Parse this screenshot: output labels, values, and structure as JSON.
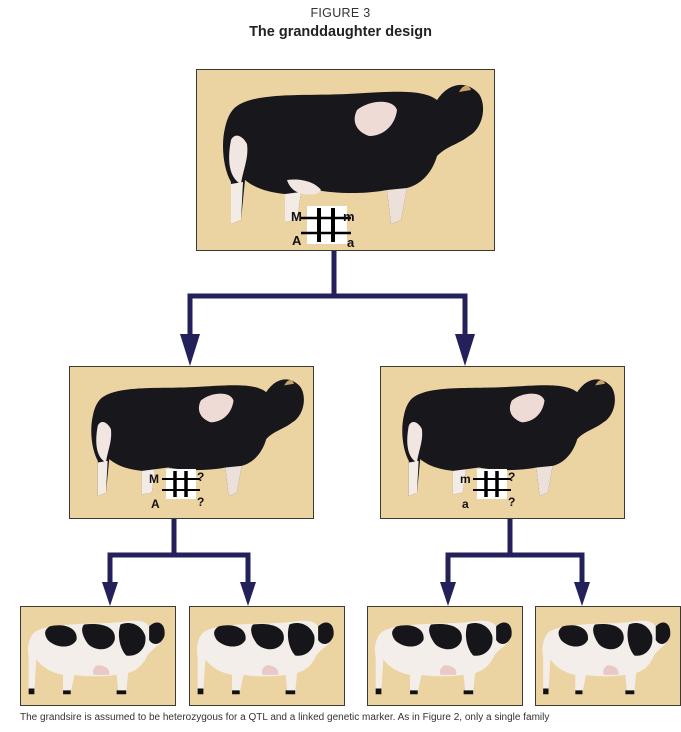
{
  "figure": {
    "label": "FIGURE 3",
    "title": "The granddaughter design"
  },
  "grandsire": {
    "alleles": {
      "top_left": "M",
      "top_right": "m",
      "bottom_left": "A",
      "bottom_right": "a"
    }
  },
  "sons": [
    {
      "alleles": {
        "top_left": "M",
        "top_right": "?",
        "bottom_left": "A",
        "bottom_right": "?"
      }
    },
    {
      "alleles": {
        "top_left": "m",
        "top_right": "?",
        "bottom_left": "a",
        "bottom_right": "?"
      }
    }
  ],
  "colors": {
    "panel_fill": "#ecd3a2",
    "arrow": "#23205a",
    "cow_black": "#15151a",
    "cow_white": "#f3ece6"
  },
  "caption": "The grandsire is assumed to be heterozygous for a QTL and a linked genetic marker. As in Figure 2, only a single family"
}
